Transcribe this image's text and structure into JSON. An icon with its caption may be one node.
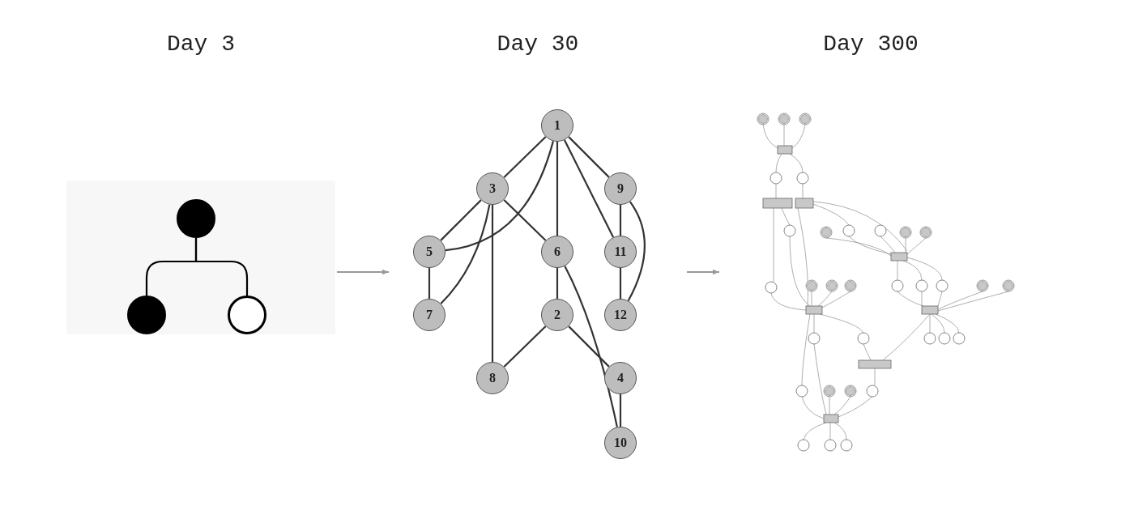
{
  "diagram": {
    "nodes": [
      {
        "text": [
          "Day 3"
        ]
      },
      {
        "text": [],
        "shape": "circle",
        "in": 0
      },
      {
        "text": [],
        "shape": "circle",
        "in": 0
      },
      {
        "text": [],
        "shape": "circle",
        "in": 0
      },
      {
        "text": [
          "Day 30"
        ]
      },
      {
        "text": [
          "1"
        ],
        "in": 4
      },
      {
        "text": [
          "3"
        ],
        "in": 4
      },
      {
        "text": [
          "9"
        ],
        "in": 4
      },
      {
        "text": [
          "5"
        ],
        "in": 4
      },
      {
        "text": [
          "6"
        ],
        "in": 4
      },
      {
        "text": [
          "11"
        ],
        "in": 4
      },
      {
        "text": [
          "7"
        ],
        "in": 4
      },
      {
        "text": [
          "2"
        ],
        "in": 4
      },
      {
        "text": [
          "12"
        ],
        "in": 4
      },
      {
        "text": [
          "8"
        ],
        "in": 4
      },
      {
        "text": [
          "4"
        ],
        "in": 4
      },
      {
        "text": [
          "10"
        ],
        "in": 4
      },
      {
        "text": [
          "Day 300"
        ]
      },
      {
        "text": [],
        "shape": "picture",
        "in": 17
      }
    ],
    "edges": [
      {
        "from": 1,
        "to": 2,
        "arrow": "none"
      },
      {
        "from": 1,
        "to": 3,
        "arrow": "none"
      },
      {
        "from": 0,
        "to": 4,
        "arrow": "to",
        "color": "#999999"
      },
      {
        "from": 5,
        "to": 6,
        "arrow": "none"
      },
      {
        "from": 5,
        "to": 8,
        "arrow": "none"
      },
      {
        "from": 5,
        "to": 9,
        "arrow": "none"
      },
      {
        "from": 5,
        "to": 10,
        "arrow": "none"
      },
      {
        "from": 5,
        "to": 7,
        "arrow": "none"
      },
      {
        "from": 6,
        "to": 8,
        "arrow": "none"
      },
      {
        "from": 6,
        "to": 11,
        "arrow": "none"
      },
      {
        "from": 6,
        "to": 14,
        "arrow": "none"
      },
      {
        "from": 6,
        "to": 9,
        "arrow": "none"
      },
      {
        "from": 7,
        "to": 10,
        "arrow": "none"
      },
      {
        "from": 7,
        "to": 13,
        "arrow": "none"
      },
      {
        "from": 8,
        "to": 11,
        "arrow": "none"
      },
      {
        "from": 9,
        "to": 12,
        "arrow": "none"
      },
      {
        "from": 9,
        "to": 16,
        "arrow": "none"
      },
      {
        "from": 10,
        "to": 13,
        "arrow": "none"
      },
      {
        "from": 12,
        "to": 14,
        "arrow": "none"
      },
      {
        "from": 12,
        "to": 15,
        "arrow": "none"
      },
      {
        "from": 15,
        "to": 16,
        "arrow": "none"
      },
      {
        "from": 4,
        "to": 17,
        "arrow": "to",
        "color": "#999999"
      }
    ]
  }
}
